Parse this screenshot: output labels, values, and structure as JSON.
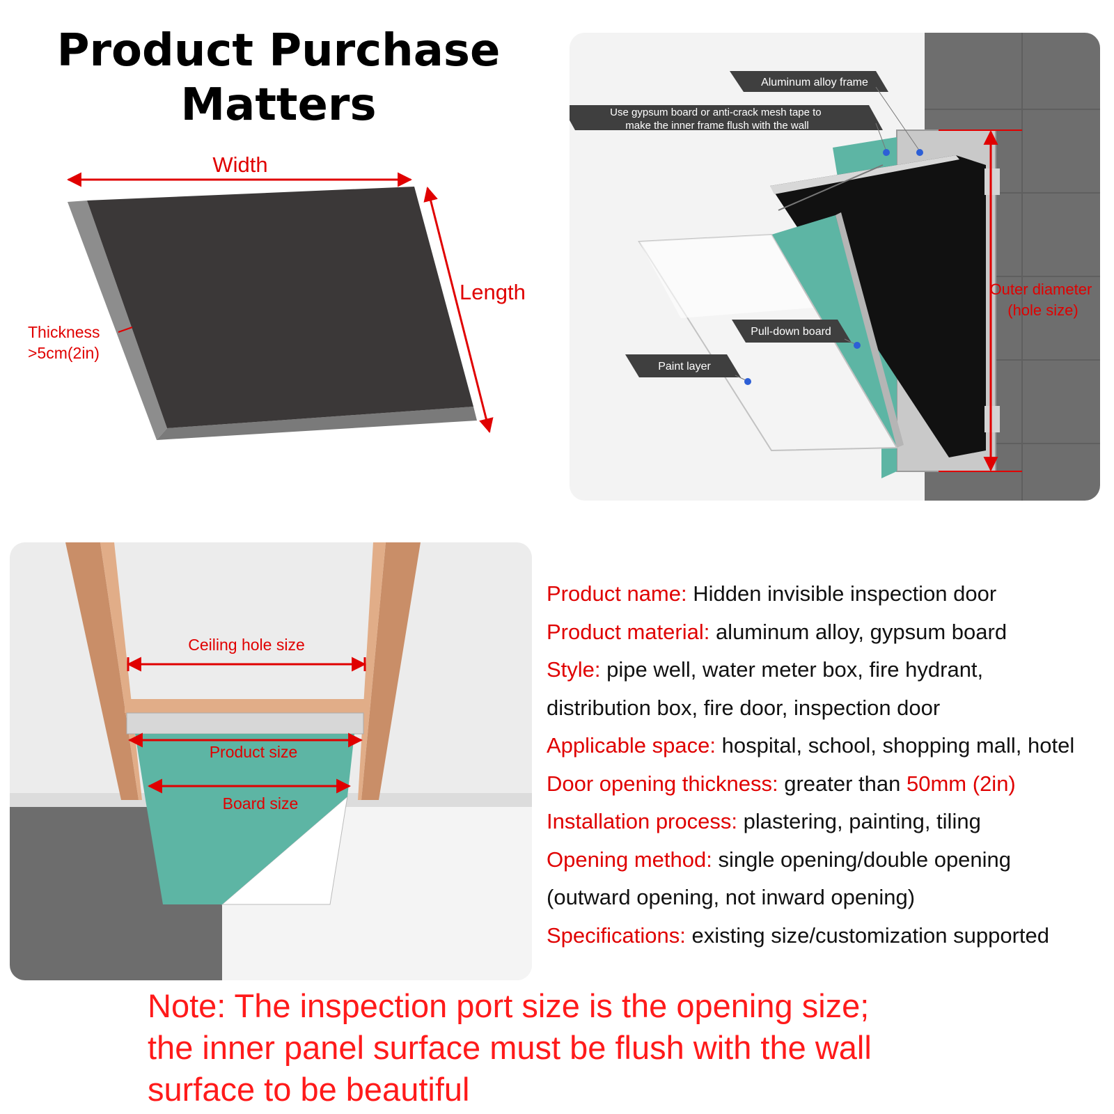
{
  "title": {
    "line1": "Product Purchase",
    "line2": "Matters"
  },
  "dimension_diagram": {
    "width_label": "Width",
    "length_label": "Length",
    "thickness_label_line1": "Thickness",
    "thickness_label_line2": ">5cm(2in)"
  },
  "structure_diagram": {
    "aluminum_frame": "Aluminum alloy frame",
    "gypsum_tip_line1": "Use gypsum board or anti-crack mesh tape to",
    "gypsum_tip_line2": "make the inner frame flush with the wall",
    "pull_down_board": "Pull-down board",
    "paint_layer": "Paint layer",
    "outer_diameter_line1": "Outer diameter",
    "outer_diameter_line2": "(hole size)"
  },
  "ceiling_diagram": {
    "ceiling_hole": "Ceiling hole size",
    "product_size": "Product size",
    "board_size": "Board size"
  },
  "specs": {
    "name_k": "Product name:",
    "name_v": " Hidden invisible inspection door",
    "material_k": "Product material:",
    "material_v": " aluminum alloy, gypsum board",
    "style_k": "Style:",
    "style_v1": " pipe well, water meter box, fire hydrant,",
    "style_v2": "distribution box, fire door, inspection door",
    "space_k": "Applicable space:",
    "space_v": " hospital, school, shopping mall, hotel",
    "thickness_k": "Door opening thickness:",
    "thickness_v": " greater than ",
    "thickness_hl": "50mm (2in)",
    "install_k": "Installation process:",
    "install_v": " plastering, painting, tiling",
    "opening_k": "Opening method:",
    "opening_v1": " single opening/double opening",
    "opening_v2": "(outward opening, not inward opening)",
    "spec_k": "Specifications:",
    "spec_v": " existing size/customization supported"
  },
  "note": {
    "line1": "Note: The inspection port size is the opening size;",
    "line2": "the inner panel surface must be flush with the wall",
    "line3": "surface to be beautiful"
  },
  "colors": {
    "accent_red": "#e00000",
    "gypsum_green": "#5db5a4",
    "wall_gray": "#6d6d6d"
  }
}
